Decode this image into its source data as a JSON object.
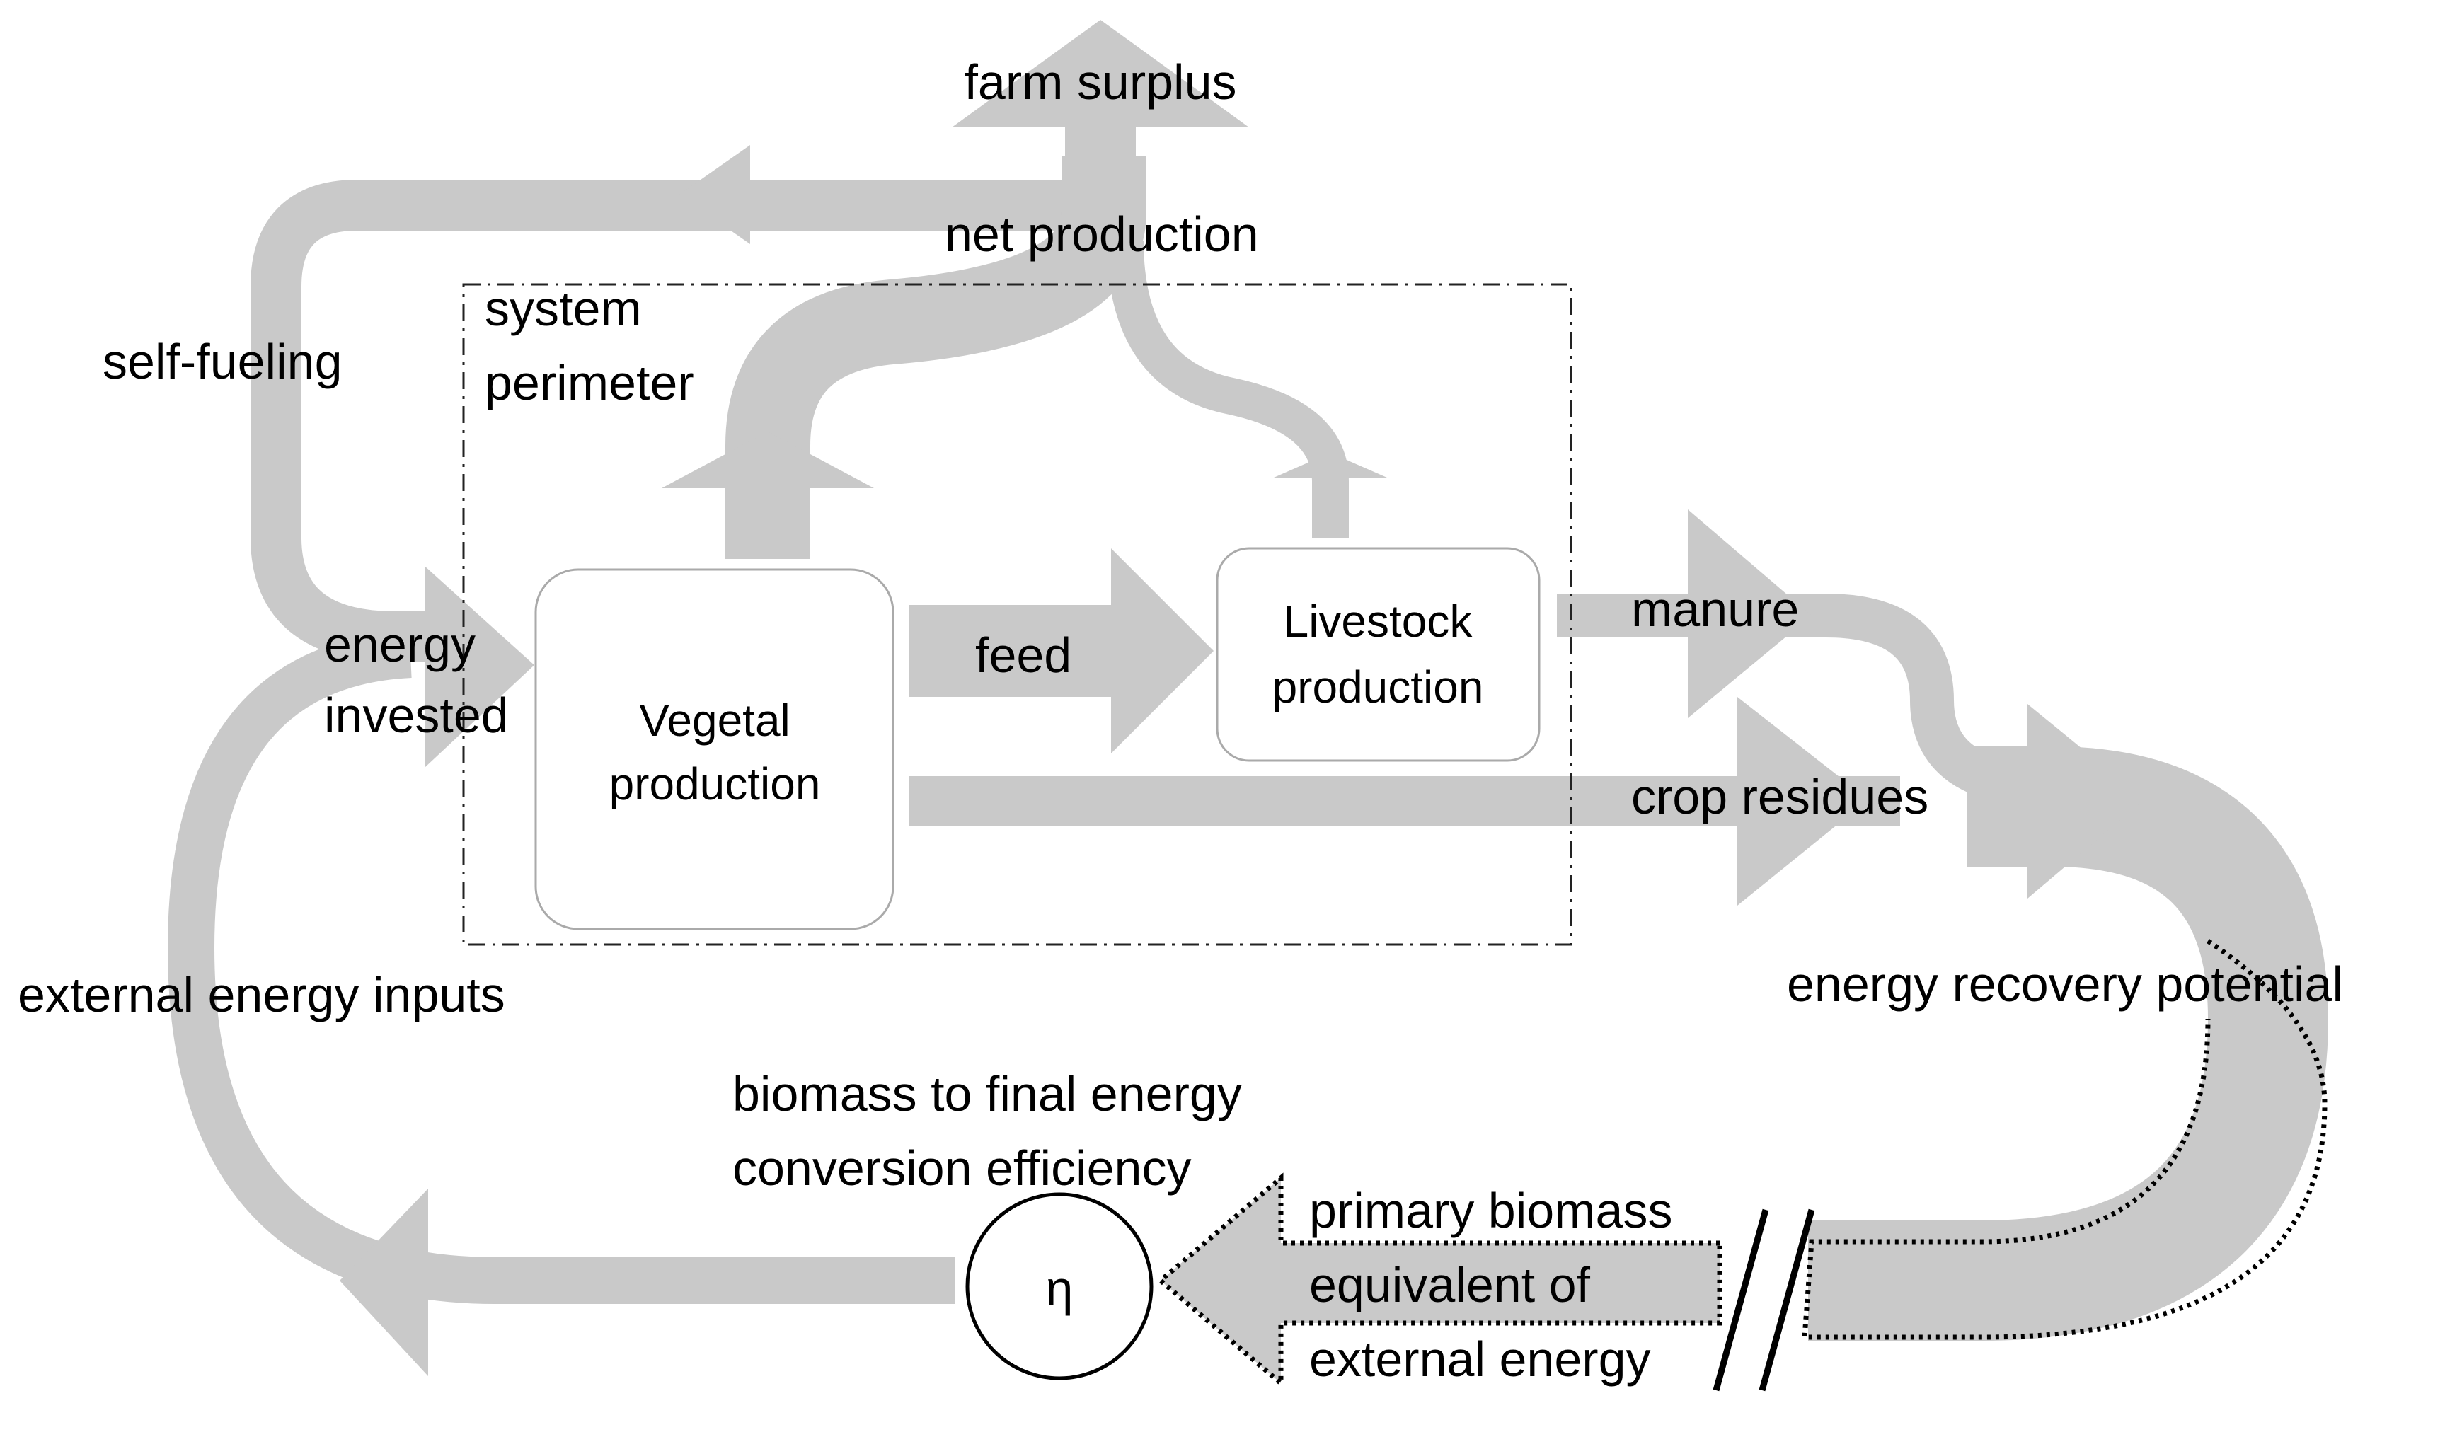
{
  "diagram": {
    "labels": {
      "farm_surplus": "farm surplus",
      "net_production": "net production",
      "self_fueling": "self-fueling",
      "system_perimeter_line1": "system",
      "system_perimeter_line2": "perimeter",
      "energy_invested_line1": "energy",
      "energy_invested_line2": "invested",
      "feed": "feed",
      "manure": "manure",
      "crop_residues": "crop residues",
      "energy_recovery_potential": "energy recovery potential",
      "external_energy_inputs": "external energy inputs",
      "conversion_line1": "biomass to final energy",
      "conversion_line2": "conversion efficiency",
      "primary_line1": "primary biomass",
      "primary_line2": "equivalent of",
      "primary_line3": "external energy",
      "eta": "η"
    },
    "nodes": {
      "vegetal_line1": "Vegetal",
      "vegetal_line2": "production",
      "livestock_line1": "Livestock",
      "livestock_line2": "production"
    },
    "colors": {
      "flow": "#c9c9c9",
      "box_border": "#aaaaaa",
      "text": "#000000"
    }
  }
}
